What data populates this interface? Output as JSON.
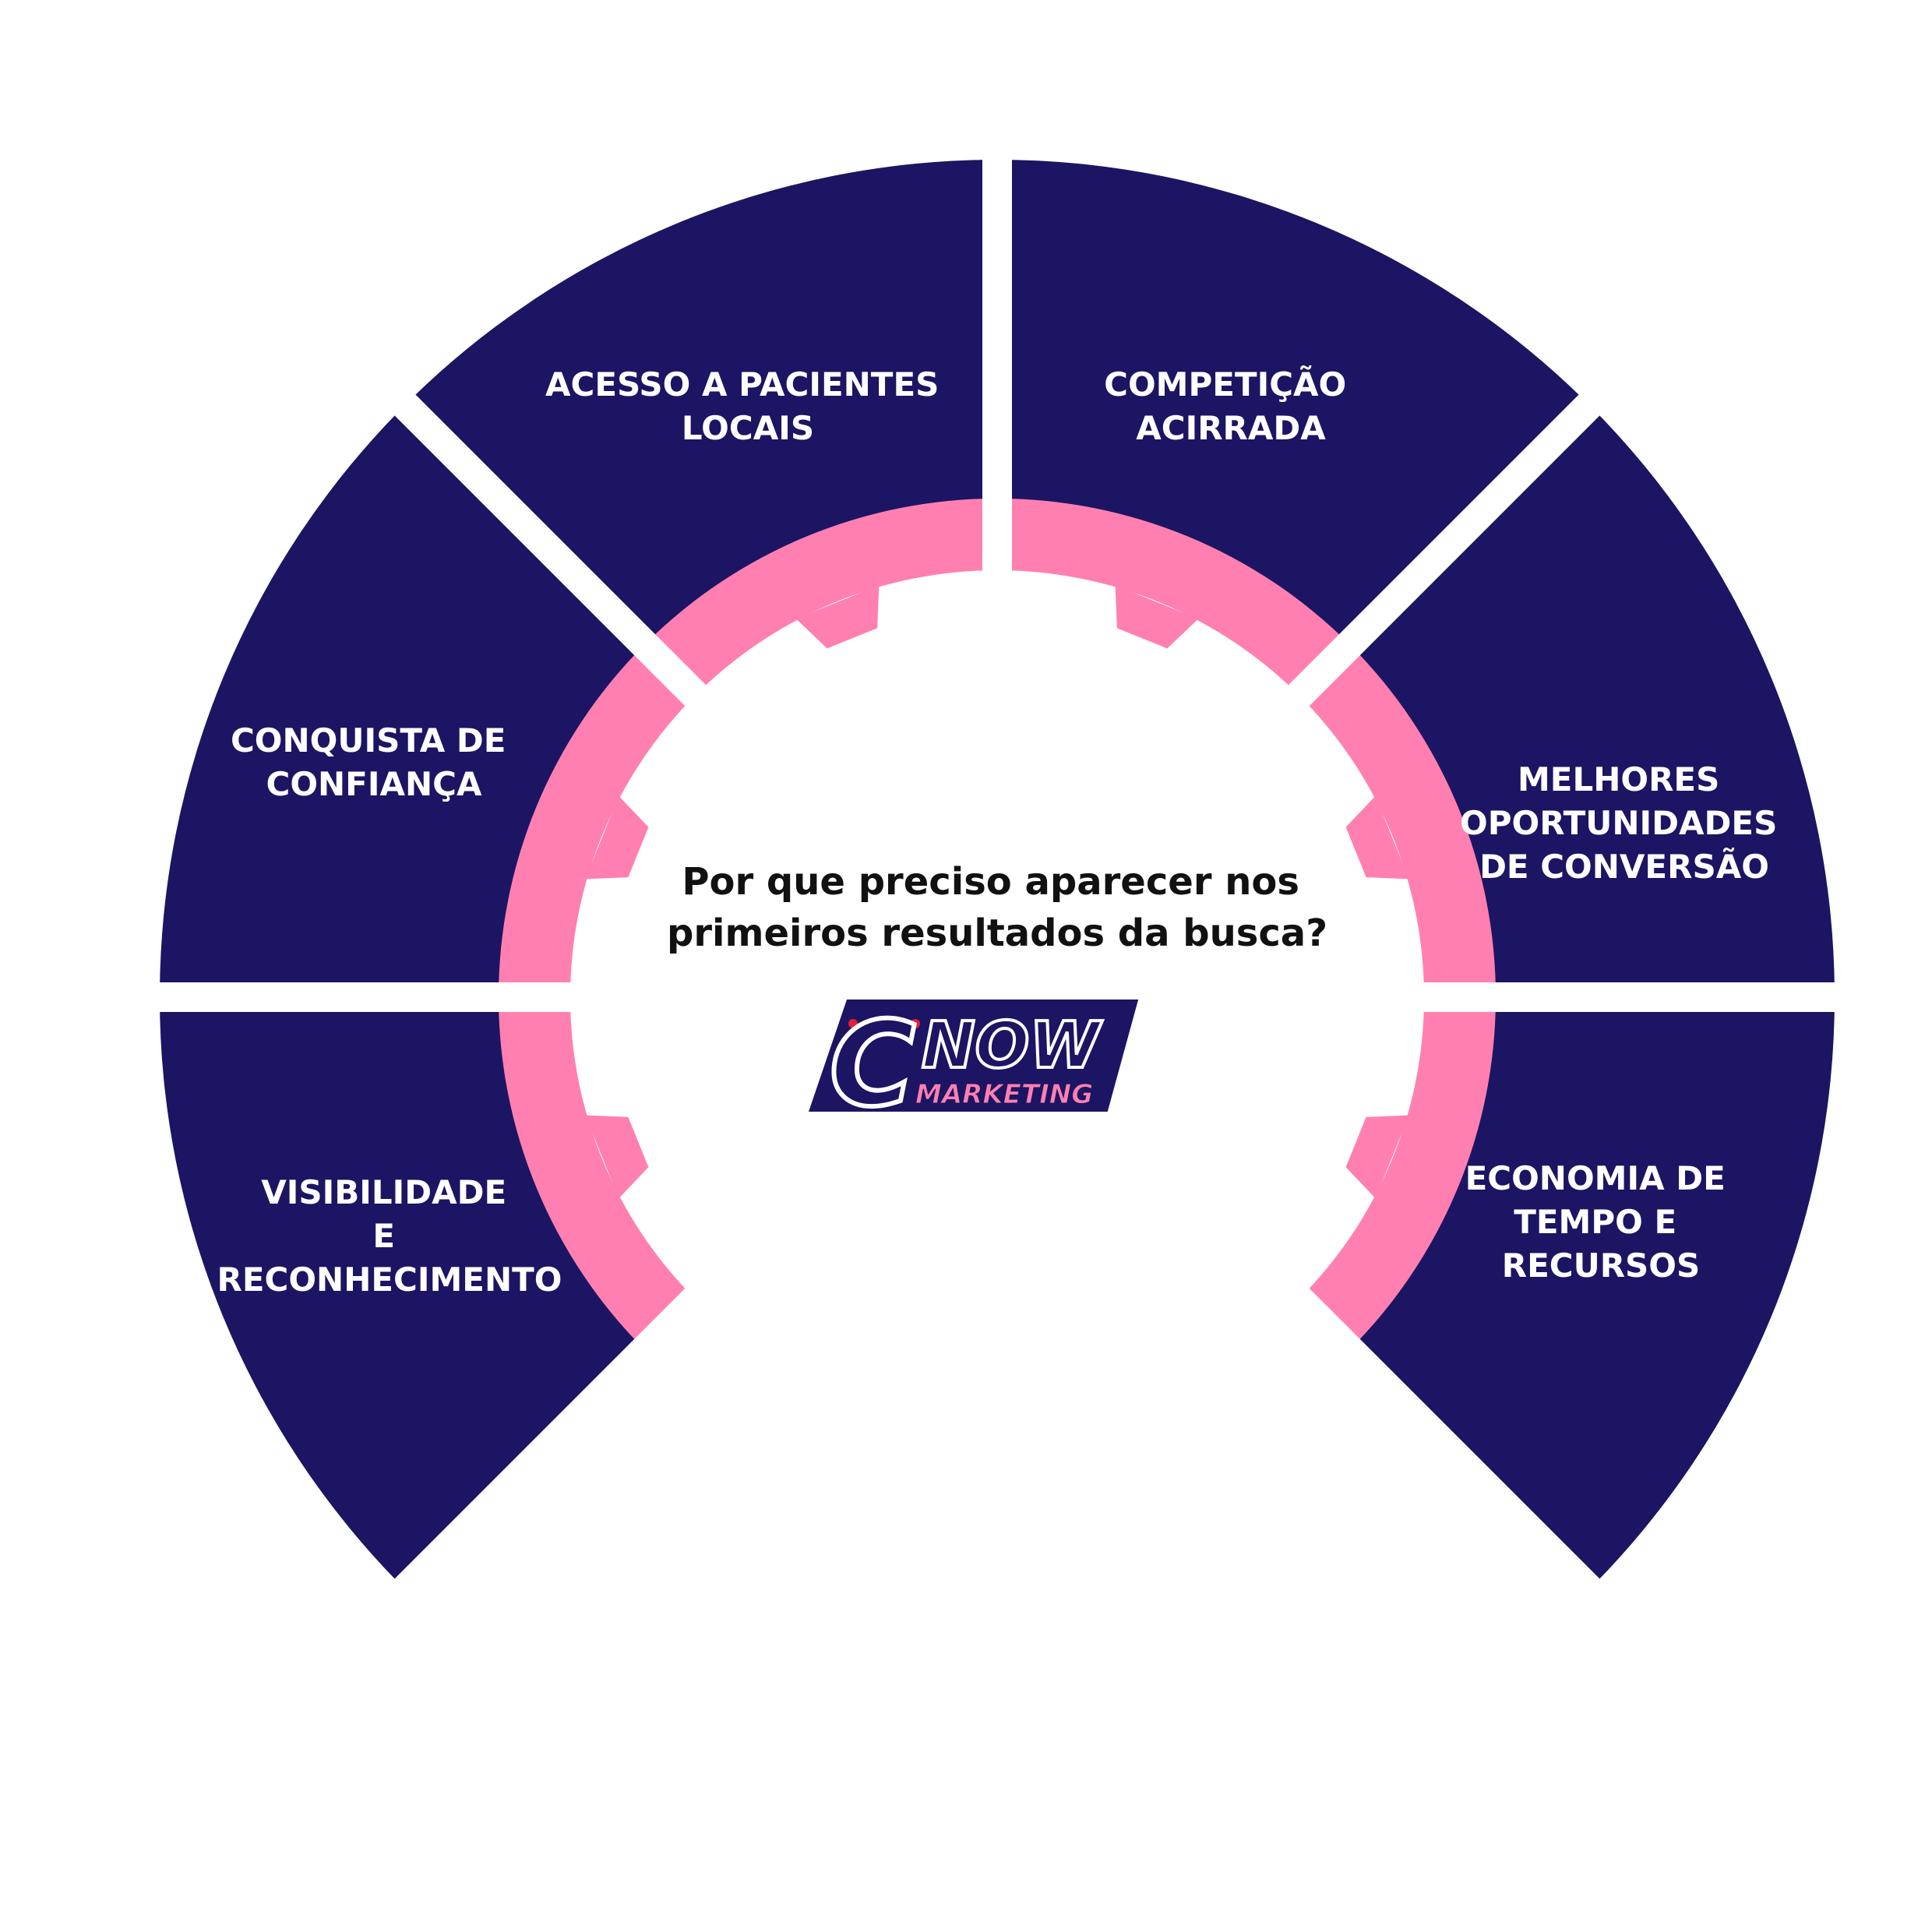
{
  "question": {
    "line1": "Por que preciso aparecer nos",
    "line2": "primeiros resultados da busca?"
  },
  "segments": [
    {
      "id": "acesso",
      "lines": [
        "ACESSO A PACIENTES",
        "LOCAIS"
      ]
    },
    {
      "id": "competicao",
      "lines": [
        "COMPETIÇÃO",
        "ACIRRADA"
      ]
    },
    {
      "id": "conquista",
      "lines": [
        "CONQUISTA DE",
        "CONFIANÇA"
      ]
    },
    {
      "id": "melhores",
      "lines": [
        "MELHORES",
        "OPORTUNIDADES",
        "DE CONVERSÃO"
      ]
    },
    {
      "id": "visibilidade",
      "lines": [
        "VISIBILIDADE",
        "E",
        "RECONHECIMENTO"
      ]
    },
    {
      "id": "economia",
      "lines": [
        "ECONOMIA DE",
        "TEMPO E",
        "RECURSOS"
      ]
    }
  ],
  "logo": {
    "letter": "C",
    "word": "NOW",
    "sub": "MARKETING"
  },
  "colors": {
    "navy": "#1c1563",
    "pink": "#ff80b0",
    "white": "#ffffff",
    "text_dark": "#111111",
    "logo_red": "#e0203a"
  }
}
